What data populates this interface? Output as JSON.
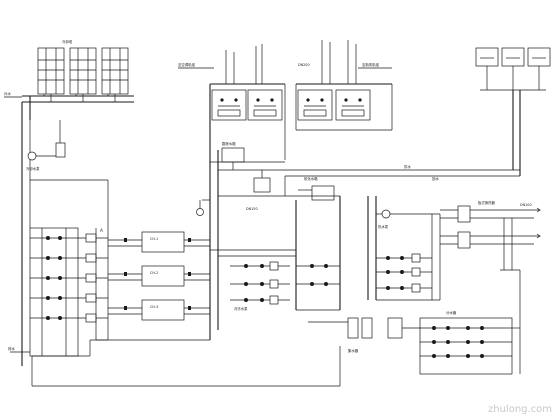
{
  "labels": {
    "cooling_tower": "冷却塔",
    "chiller_1": "CH-1",
    "chiller_2": "CH-2",
    "chiller_3": "CH-3",
    "water_seg": "分水器",
    "water_col": "集水器",
    "expansion_tank": "膨胀水箱",
    "softener": "软化水箱",
    "supply": "供水",
    "return": "回水",
    "make_up": "补水",
    "drain": "排水",
    "pump_chw": "冷冻水泵",
    "pump_cw": "冷却水泵",
    "pump_hw": "热水泵",
    "heat_exchanger": "板式换热器",
    "to_ahu_1": "至空调机组",
    "to_ahu_2": "至新风机组",
    "dn": "DN150",
    "dn2": "DN200",
    "dn3": "DN100",
    "tag_a": "A",
    "watermark": "zhulong.com"
  },
  "colors": {
    "line": "#1a1a1a",
    "background": "#ffffff",
    "watermark": "#c8c8c8"
  }
}
